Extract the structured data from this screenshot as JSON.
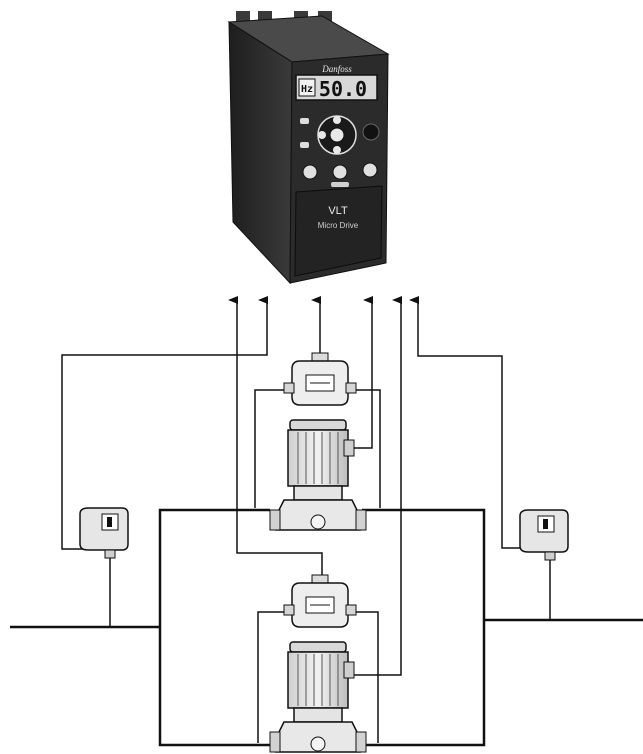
{
  "drive": {
    "brand": "Danfoss",
    "display_prefix": "Hz",
    "display_value": "50.0",
    "model": "VLT",
    "series": "Micro Drive"
  },
  "icons": {
    "drive": "frequency-converter-icon",
    "pump": "inline-pump-icon",
    "sensor": "pressure-transmitter-icon",
    "switch": "pressure-switch-icon",
    "arrow": "signal-arrow-up-icon"
  },
  "colors": {
    "drive_body": "#2f2f2f",
    "drive_panel": "#1c1c1c",
    "display_bg": "#d8d8d8",
    "line": "#111111"
  }
}
